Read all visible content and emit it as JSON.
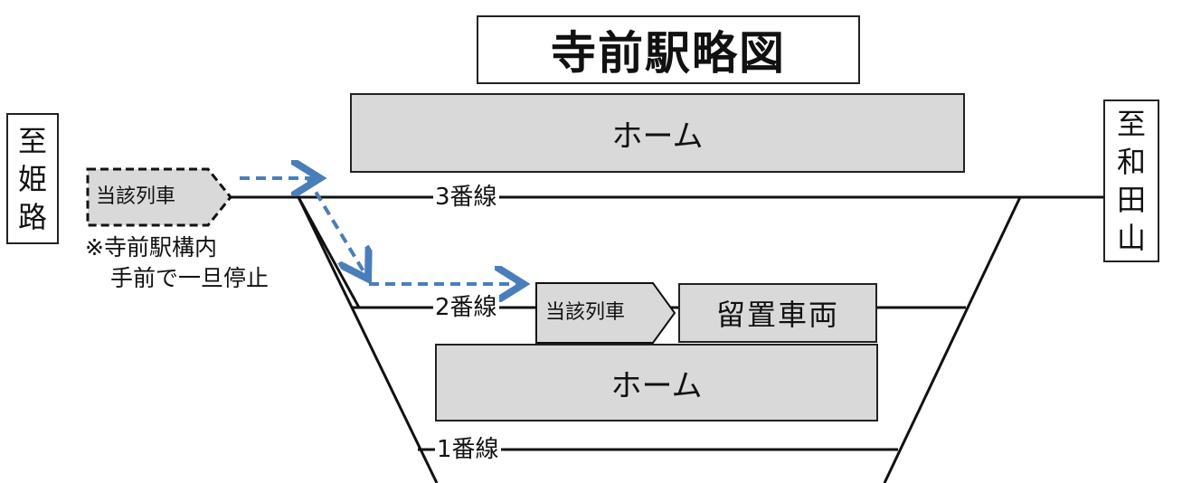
{
  "title": "寺前駅略図",
  "destinations": {
    "left": [
      "至",
      "姫",
      "路"
    ],
    "right": [
      "至",
      "和",
      "田",
      "山"
    ]
  },
  "platforms": {
    "upper": "ホーム",
    "lower": "ホーム"
  },
  "tracks": {
    "track3": "3番線",
    "track2": "2番線",
    "track1": "1番線"
  },
  "trains": {
    "approaching": "当該列車",
    "arrived": "当該列車",
    "parked": "留置車両"
  },
  "note": {
    "line1": "※寺前駅構内",
    "line2": "手前で一旦停止"
  },
  "colors": {
    "platform_fill": "#d9d9d9",
    "path_arrow": "#4a7ebb",
    "line": "#111111"
  }
}
